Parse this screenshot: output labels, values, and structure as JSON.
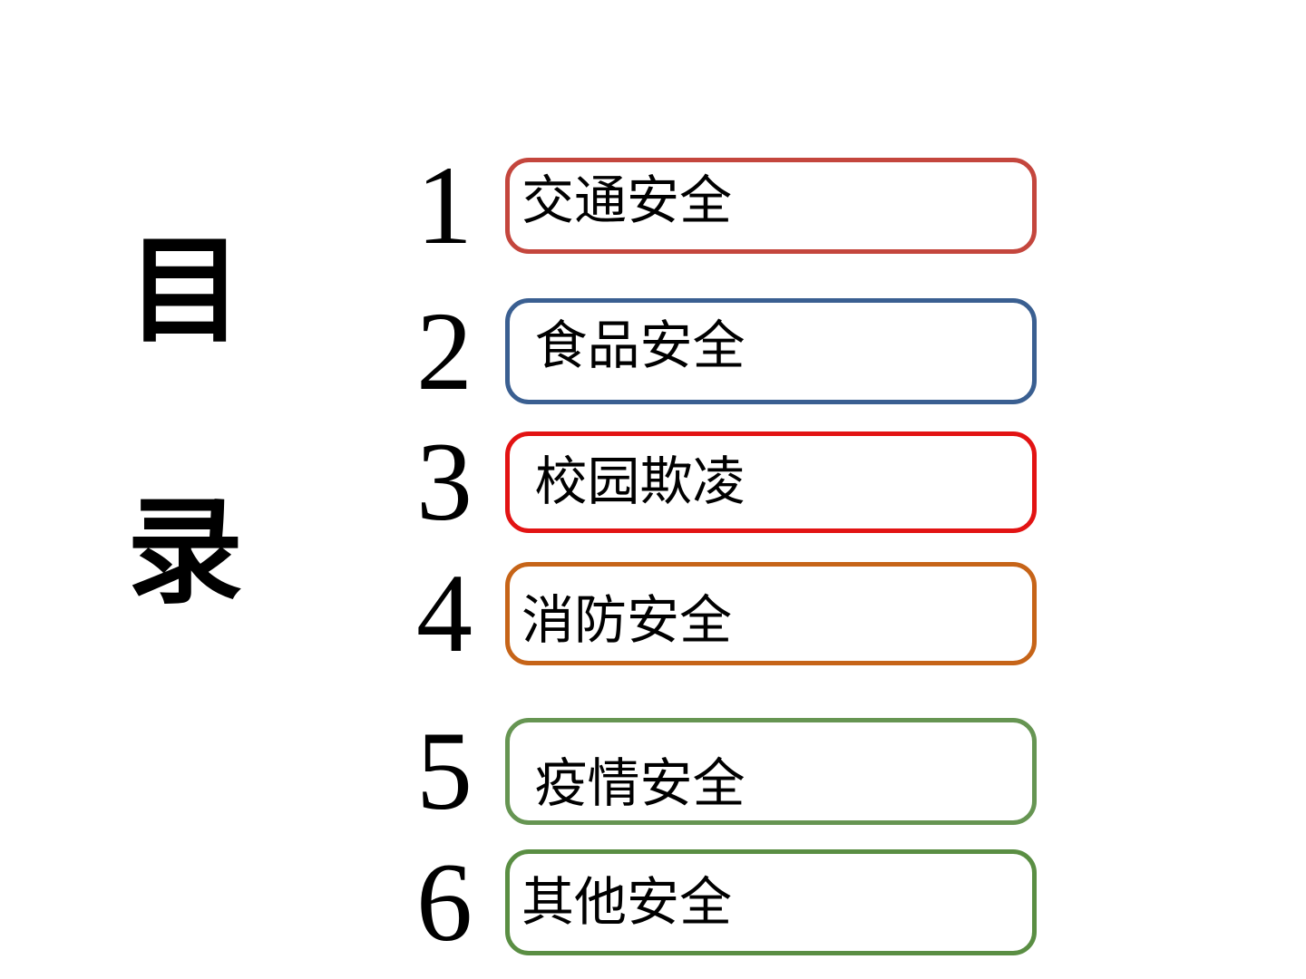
{
  "title": {
    "text": "目录",
    "chars": [
      "目",
      "录"
    ]
  },
  "toc": {
    "items": [
      {
        "number": "1",
        "label": "交通安全",
        "border_color": "#c4463d"
      },
      {
        "number": "2",
        "label": " 食品安全",
        "border_color": "#3a5f91"
      },
      {
        "number": "3",
        "label": " 校园欺凌",
        "border_color": "#e21313"
      },
      {
        "number": "4",
        "label": "消防安全",
        "border_color": "#c66418"
      },
      {
        "number": "5",
        "label": " 疫情安全",
        "border_color": "#669552"
      },
      {
        "number": "6",
        "label": "其他安全",
        "border_color": "#5a8e43"
      }
    ]
  },
  "colors": {
    "background": "#ffffff",
    "text": "#000000"
  }
}
